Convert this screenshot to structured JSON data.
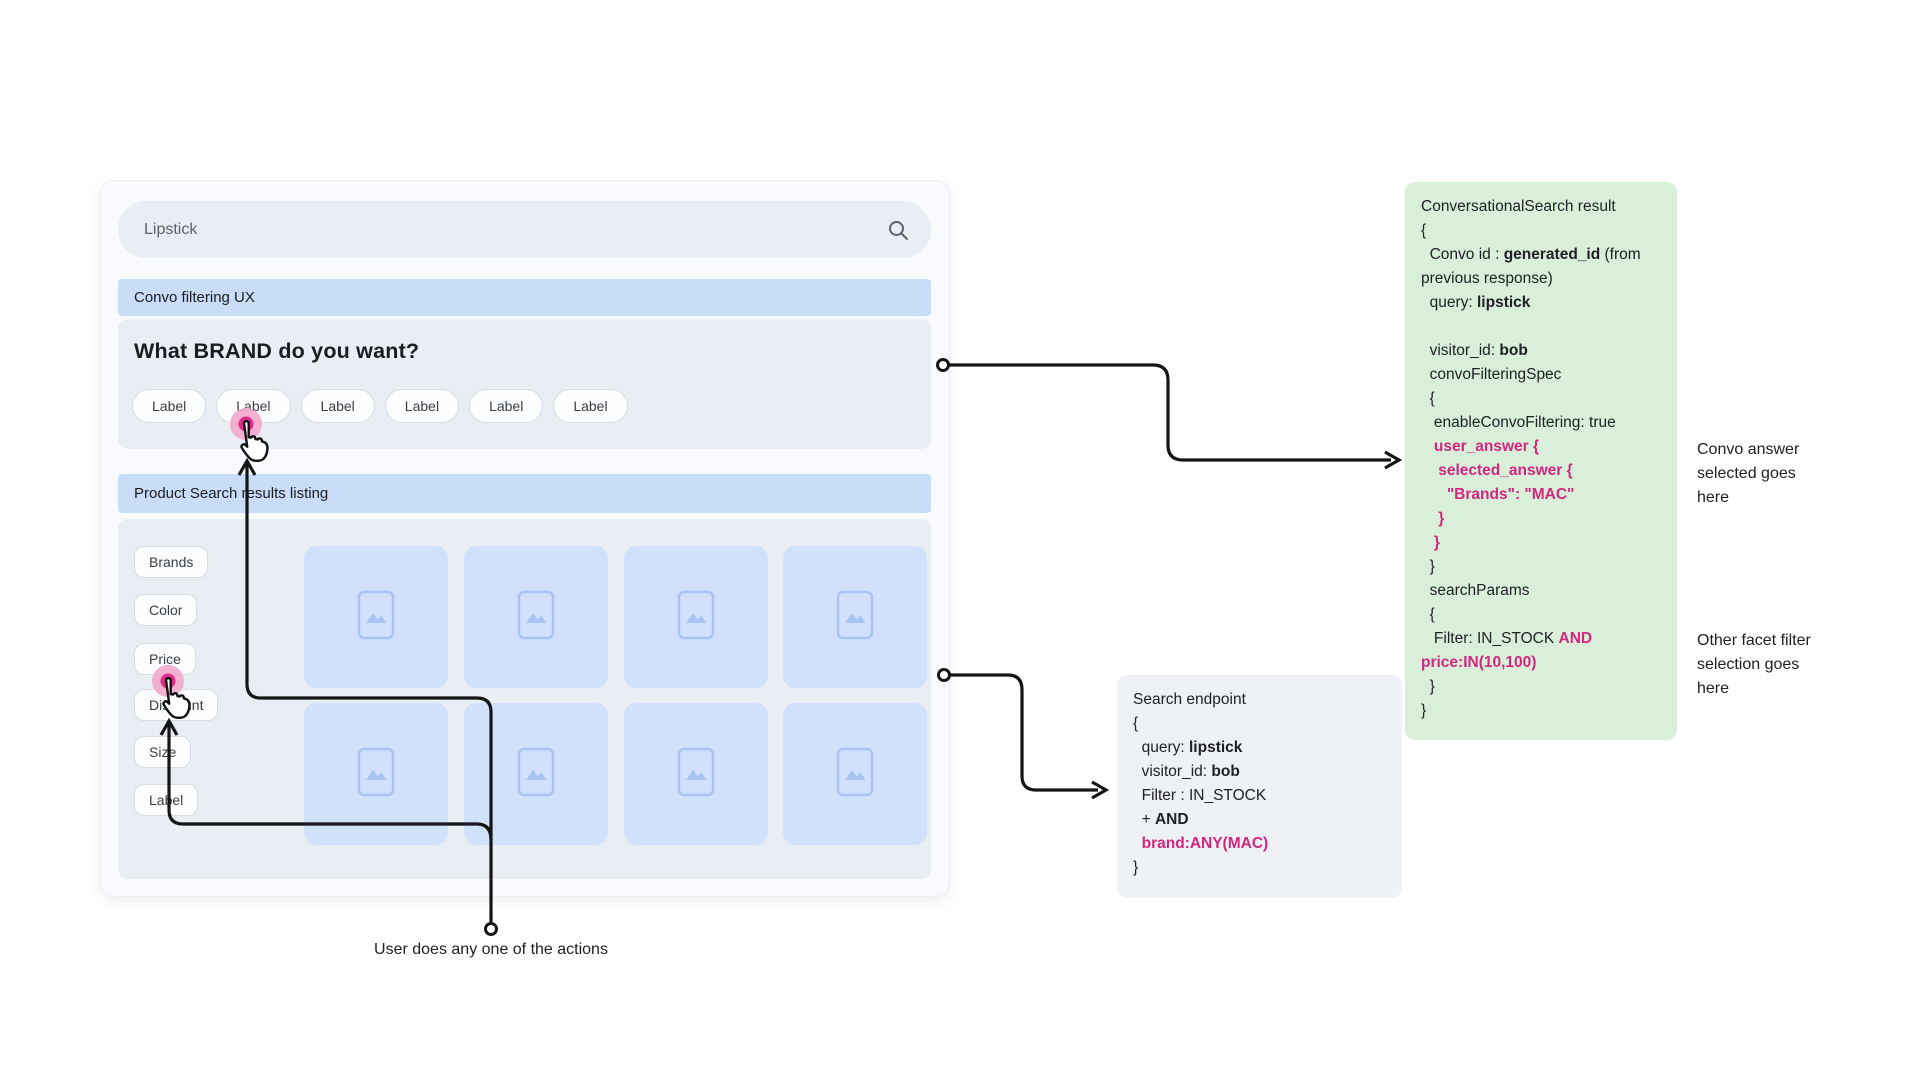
{
  "page": {
    "caption": "User does any one of the actions"
  },
  "colors": {
    "accent_pink": "#d3267e",
    "halo_pink": "#f3a8cc",
    "dot_pink": "#df2b8a",
    "banner_blue": "#c9dcf8",
    "card_blue": "#d2e1fb",
    "placeholder_blue": "#a9c4f3",
    "panel_gray": "#e9edf4",
    "green_box_bg": "#d9efda",
    "gray_box_bg": "#eef1f6",
    "line_black": "#151515"
  },
  "mock_ui": {
    "search": {
      "value": "Lipstick"
    },
    "convo_banner": "Convo filtering UX",
    "question": "What BRAND do you want?",
    "answer_chips": [
      "Label",
      "Label",
      "Label",
      "Label",
      "Label",
      "Label"
    ],
    "results_banner": "Product Search results listing",
    "facets": [
      "Brands",
      "Color",
      "Price",
      "Discount",
      "Size",
      "Label"
    ]
  },
  "green_box": {
    "title": "ConversationalSearch result",
    "lines": [
      [
        {
          "t": "ConversationalSearch result"
        }
      ],
      [
        {
          "t": "{"
        }
      ],
      [
        {
          "t": "  Convo id : "
        },
        {
          "t": "generated_id",
          "b": 1
        },
        {
          "t": " (from"
        }
      ],
      [
        {
          "t": "previous response)"
        }
      ],
      [
        {
          "t": "  query: "
        },
        {
          "t": "lipstick",
          "b": 1
        }
      ],
      [
        {
          "t": " "
        }
      ],
      [
        {
          "t": "  visitor_id: "
        },
        {
          "t": "bob",
          "b": 1
        }
      ],
      [
        {
          "t": "  convoFilteringSpec"
        }
      ],
      [
        {
          "t": "  {"
        }
      ],
      [
        {
          "t": "   enableConvoFiltering: true"
        }
      ],
      [
        {
          "t": "   user_answer {",
          "b": 1,
          "p": 1
        }
      ],
      [
        {
          "t": "    selected_answer {",
          "b": 1,
          "p": 1
        }
      ],
      [
        {
          "t": "      \"Brands\": \"MAC\"",
          "b": 1,
          "p": 1
        }
      ],
      [
        {
          "t": "    }",
          "b": 1,
          "p": 1
        }
      ],
      [
        {
          "t": "   }",
          "b": 1,
          "p": 1
        }
      ],
      [
        {
          "t": "  }"
        }
      ],
      [
        {
          "t": "  searchParams"
        }
      ],
      [
        {
          "t": "  {"
        }
      ],
      [
        {
          "t": "   Filter: IN_STOCK "
        },
        {
          "t": "AND",
          "b": 1,
          "p": 1
        }
      ],
      [
        {
          "t": "price:IN(10,100)",
          "b": 1,
          "p": 1
        }
      ],
      [
        {
          "t": "  }"
        }
      ],
      [
        {
          "t": "}"
        }
      ]
    ]
  },
  "gray_box": {
    "title": "Search endpoint",
    "lines": [
      [
        {
          "t": "Search endpoint"
        }
      ],
      [
        {
          "t": "{"
        }
      ],
      [
        {
          "t": "  query: "
        },
        {
          "t": "lipstick",
          "b": 1
        }
      ],
      [
        {
          "t": "  visitor_id: "
        },
        {
          "t": "bob",
          "b": 1
        }
      ],
      [
        {
          "t": "  Filter : IN_STOCK"
        }
      ],
      [
        {
          "t": "  + "
        },
        {
          "t": "AND",
          "b": 1
        }
      ],
      [
        {
          "t": "  brand:ANY(MAC)",
          "b": 1,
          "p": 1
        }
      ],
      [
        {
          "t": "}"
        }
      ]
    ]
  },
  "annotations": [
    {
      "lines": [
        "Convo answer",
        "selected goes",
        "here"
      ]
    },
    {
      "lines": [
        "Other facet filter",
        "selection goes",
        "here"
      ]
    }
  ]
}
